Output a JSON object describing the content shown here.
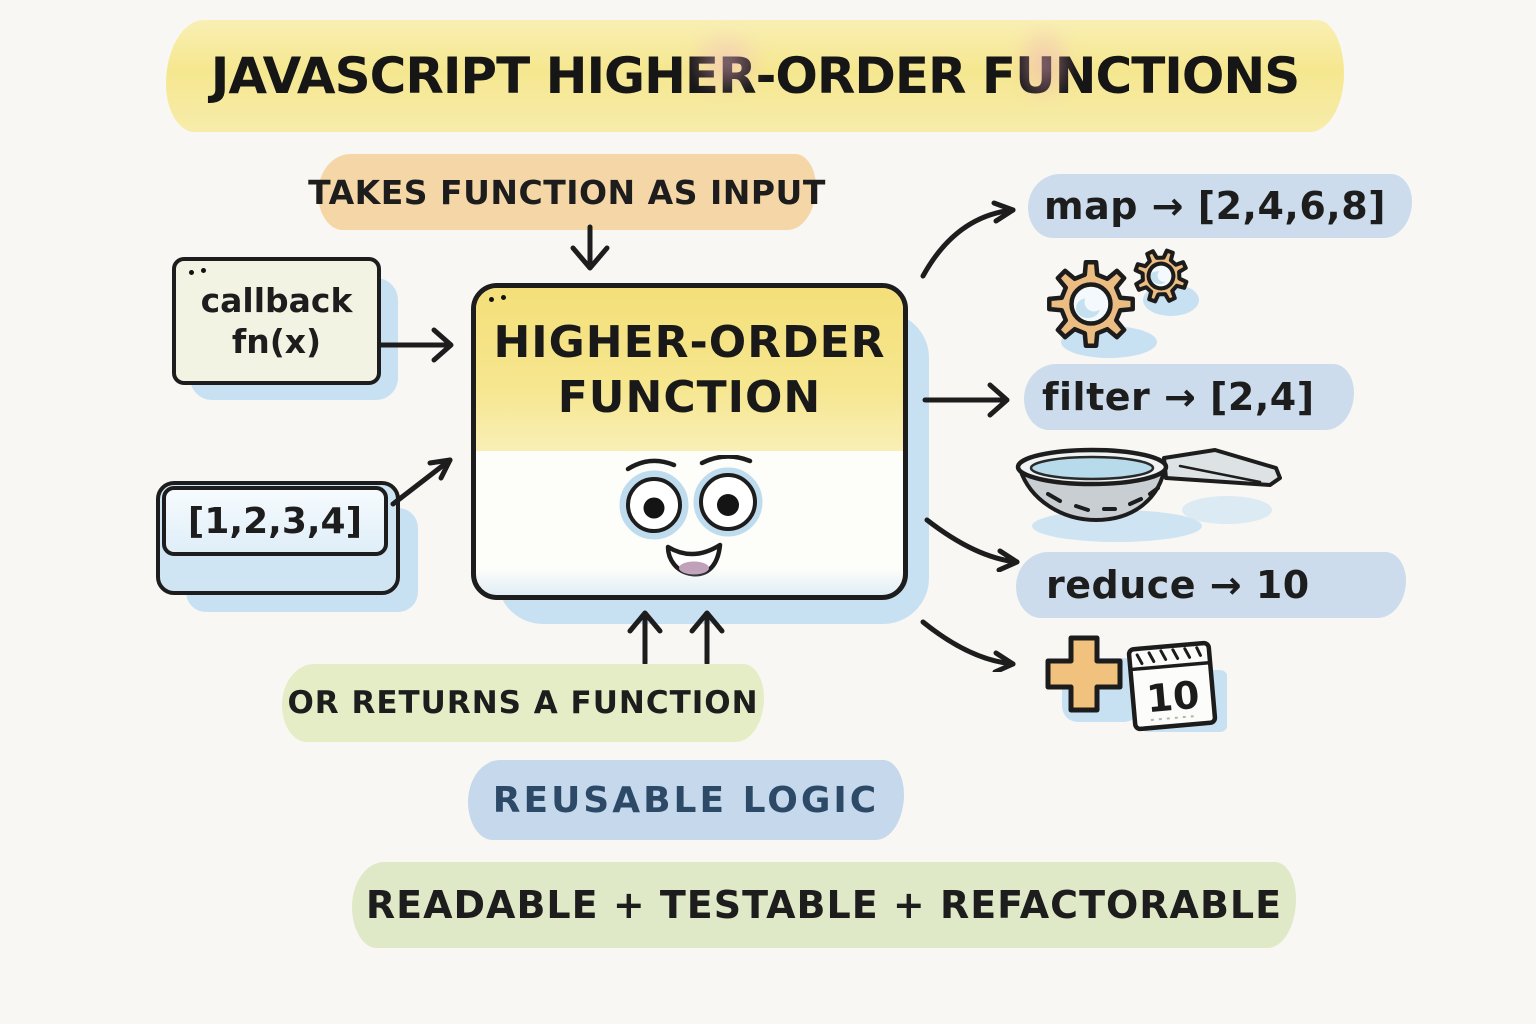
{
  "title": "JAVASCRIPT HIGHER-ORDER FUNCTIONS",
  "labels": {
    "takes_input": "TAKES FUNCTION AS INPUT",
    "or_returns": "OR RETURNS A FUNCTION",
    "reusable": "REUSABLE LOGIC",
    "qualities": "READABLE + TESTABLE + REFACTORABLE"
  },
  "inputs": {
    "callback": {
      "line1": "callback",
      "line2": "fn(x)"
    },
    "array": "[1,2,3,4]"
  },
  "hof_box": {
    "line1": "HIGHER-ORDER",
    "line2": "FUNCTION"
  },
  "outputs": [
    {
      "name": "map",
      "label": "map → [2,4,6,8]",
      "icon": "gears-icon"
    },
    {
      "name": "filter",
      "label": "filter → [2,4]",
      "icon": "strainer-icon"
    },
    {
      "name": "reduce",
      "label": "reduce → 10",
      "icon": "plus-calendar-icon",
      "calendar_value": "10"
    }
  ],
  "colors": {
    "paper": "#f8f7f3",
    "ink": "#1d1d1d",
    "title_highlight": "#f5e78f",
    "input_highlight": "#f5d7a7",
    "output_highlight": "#ccdcec",
    "returns_highlight": "#e4edc5",
    "reusable_highlight": "#c5d8ec",
    "reusable_text": "#2c4a67",
    "qualities_highlight": "#dfe9c7",
    "hof_yellow": "#f4df79",
    "watercolor_shadow": "#c8e1f2",
    "gear_orange": "#ecbd82",
    "plus_orange": "#f0c27d",
    "strainer_gray": "#c9ced3",
    "water_blue": "#b7dbeb",
    "tongue_mauve": "#c1a0ba"
  }
}
